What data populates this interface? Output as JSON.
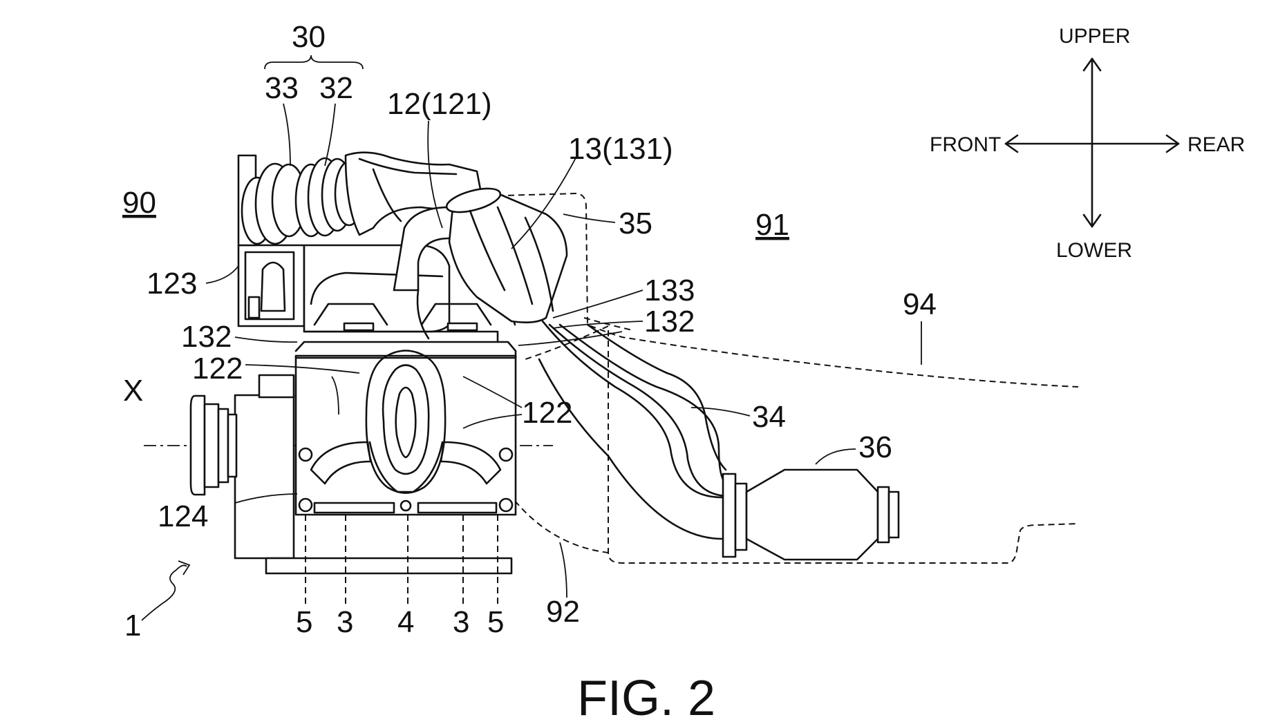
{
  "figure": {
    "caption": "FIG. 2"
  },
  "directions": {
    "upper": "UPPER",
    "lower": "LOWER",
    "front": "FRONT",
    "rear": "REAR"
  },
  "labels": {
    "l30": "30",
    "l33": "33",
    "l32": "32",
    "l12_121": "12(121)",
    "l13_131": "13(131)",
    "l35": "35",
    "l90": "90",
    "l91": "91",
    "l94": "94",
    "l123": "123",
    "l133": "133",
    "l132_right": "132",
    "l132_left": "132",
    "l122_left": "122",
    "l122_right": "122",
    "lX": "X",
    "l34": "34",
    "l36": "36",
    "l124": "124",
    "l1": "1",
    "l5_a": "5",
    "l3_a": "3",
    "l4": "4",
    "l3_b": "3",
    "l5_b": "5",
    "l92": "92"
  }
}
